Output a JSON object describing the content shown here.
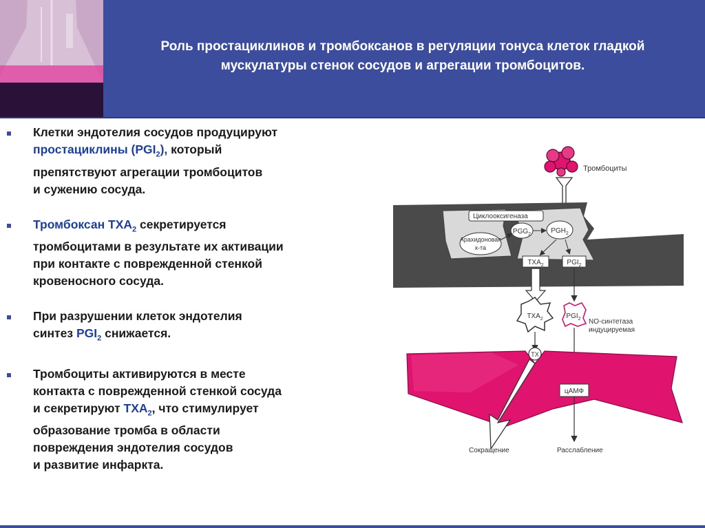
{
  "slide": {
    "title_line1": "Роль простациклинов и тромбоксанов в регуляции тонуса клеток гладкой",
    "title_line2": "мускулатуры стенок сосудов  и агрегации тромбоцитов."
  },
  "bullets": [
    {
      "line1": "Клетки эндотелия сосудов продуцируют",
      "line2_hl": "простациклины (PGI",
      "line2_sub": "2",
      "line2_hl_end": "),",
      "line2_rest": " который",
      "line3": "препятствуют агрегации тромбоцитов",
      "line4": "и сужению сосуда."
    },
    {
      "line1_hl": "Тромбоксан ТХА",
      "line1_sub": "2",
      "line1_rest": " секретируется",
      "line2": "тромбоцитами в результате их активации",
      "line3": "при контакте с поврежденной стенкой",
      "line4": "кровеносного сосуда."
    },
    {
      "line1": "При разрушении клеток эндотелия",
      "line2_pre": "синтез ",
      "line2_hl": "PGI",
      "line2_sub": "2",
      "line2_rest": " снижается."
    },
    {
      "line1": "Тромбоциты активируются в месте",
      "line2": "контакта с поврежденной стенкой сосуда",
      "line3_pre": "и секретируют ",
      "line3_hl": "ТХА",
      "line3_sub": "2",
      "line3_rest": ", что стимулирует",
      "line4": "образование тромба в области",
      "line5": "повреждения эндотелия сосудов",
      "line6": "и развитие инфаркта."
    }
  ],
  "diagram": {
    "platelets": "Тромбоциты",
    "cyclooxygenase": "Циклооксигеназа",
    "arachidonic_1": "Арахидоновая",
    "arachidonic_2": "к-та",
    "pgg": "PGG",
    "pgh": "PGH",
    "txa_cell": "TXA",
    "pgi_cell": "PGI",
    "txa_blood": "TXA",
    "pgi_blood": "PGI",
    "sub2": "2",
    "no_1": "NO-синтетаза",
    "no_2": "индуцируемая",
    "tx": "TX",
    "camp": "цАМФ",
    "contraction": "Сокращение",
    "relaxation": "Расслабление"
  },
  "colors": {
    "header": "#3b4d9c",
    "highlight": "#1d3f9c",
    "smooth_muscle": "#e0136f",
    "endothelium": "#5a5a5a"
  }
}
